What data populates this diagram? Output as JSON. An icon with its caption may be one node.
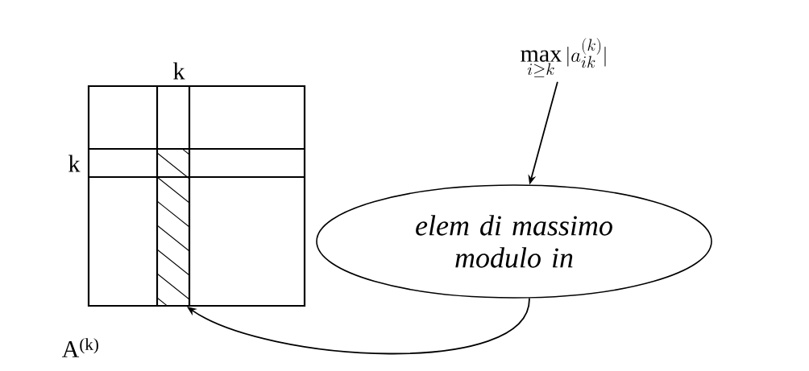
{
  "diagram": {
    "nodes": [
      {
        "text": [],
        "shape": "box",
        "beside": [
          "k",
          "k",
          "A$^{(k)}$"
        ]
      },
      {
        "text": [
          "\\max_{i\\geq k} |a^{(k)}_{ik}|"
        ]
      },
      {
        "text": [
          "elem di massimo modulo in"
        ]
      }
    ],
    "edges": [
      {
        "from": 1,
        "to": 2,
        "arrow": "to"
      },
      {
        "from": 2,
        "to": 0,
        "arrow": "to"
      }
    ]
  }
}
